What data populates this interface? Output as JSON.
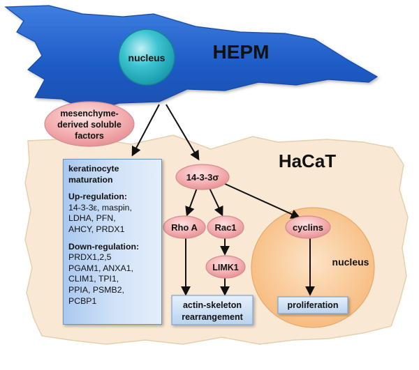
{
  "labels": {
    "hepm": "HEPM",
    "hacat": "HaCaT",
    "hepm_nucleus": "nucleus",
    "hacat_nucleus": "nucleus",
    "factors": [
      "mesenchyme-",
      "derived soluble",
      "factors"
    ],
    "sigma": "14-3-3σ",
    "rhoa": "Rho A",
    "rac1": "Rac1",
    "limk1": "LIMK1",
    "cyclins": "cyclins",
    "actin": [
      "actin-skeleton",
      "rearrangement"
    ],
    "proliferation": "proliferation"
  },
  "panel": {
    "title": [
      "keratinocyte",
      "maturation"
    ],
    "up_title": "Up-regulation:",
    "up": [
      "14-3-3ε, maspin,",
      "LDHA, PFN,",
      "AHCY, PRDX1"
    ],
    "down_title": "Down-regulation:",
    "down": [
      "PRDX1,2,5",
      "PGAM1, ANXA1,",
      "CLIM1, TPI1,",
      "PPIA, PSMB2,",
      "PCBP1"
    ]
  },
  "colors": {
    "hepm_cell": "#1f5fc8",
    "hacat_cell": "#f8e8d4",
    "nucleus_blue": "#29b7c6",
    "node_pink": "#f0a6a8",
    "nucleus_orange": "#f8c796",
    "box_blue": "#cfe2f6"
  }
}
